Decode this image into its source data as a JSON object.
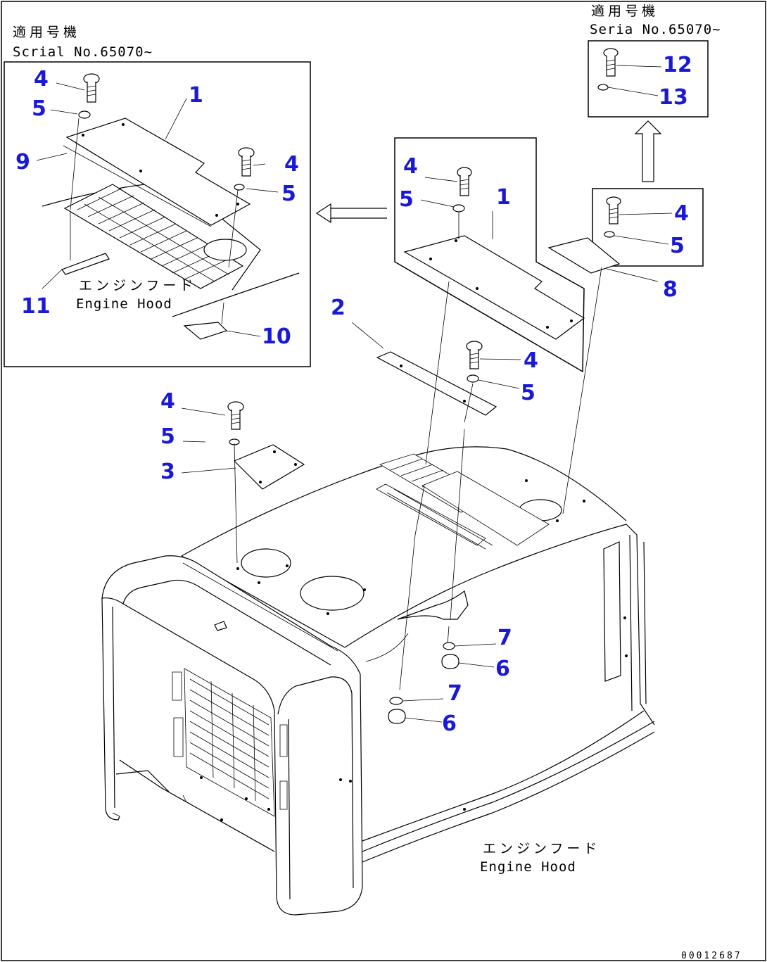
{
  "diagram": {
    "serial_notes": {
      "left": {
        "line1": "適用号機",
        "line2": "Scrial No.65070~"
      },
      "right": {
        "line1": "適用号機",
        "line2": "Seria  No.65070~"
      }
    },
    "labels": {
      "engine_hood_jp": "エンジンフード",
      "engine_hood_en": "Engine Hood"
    },
    "document_id": "00012687",
    "callouts": {
      "inset_left": [
        "4",
        "5",
        "1",
        "9",
        "4",
        "5",
        "11",
        "10"
      ],
      "inset_center": [
        "4",
        "5",
        "1"
      ],
      "inset_right_small": [
        "4",
        "5"
      ],
      "inset_right_top": [
        "12",
        "13"
      ],
      "main": [
        "8",
        "2",
        "4",
        "5",
        "4",
        "5",
        "3",
        "7",
        "6",
        "7",
        "6"
      ]
    }
  }
}
